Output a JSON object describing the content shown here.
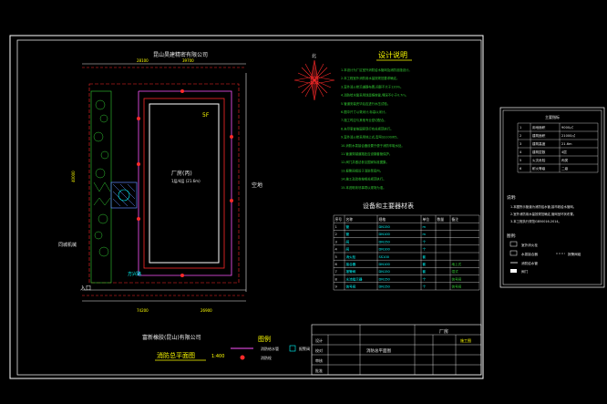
{
  "sheet": {
    "top_company": "昆山昊建精密有限公司",
    "bottom_company": "富新橡胶(昆山)有限公司",
    "plan_title": "消防总平面图",
    "plan_scale": "1:400",
    "factory_label": "厂房(丙)",
    "factory_sub": "1层/4层 (21.6m)",
    "road_east": "空地",
    "entrance": "入口",
    "road_west": "同城机械",
    "road_south": "方兴路",
    "north_label": "北",
    "legend_heading": "图例",
    "legend_items": [
      "消防给水管",
      "消防栓",
      "报警阀"
    ]
  },
  "notes": {
    "heading": "设计说明",
    "lines": [
      "1.本设计为厂区室外消防给水管网及消防设施设计。",
      "2.本工程室外消防用水量按规范要求确定。",
      "3.室外消火栓沿道路布置,间距不大于120m。",
      "4.消防给水管采用球墨铸铁管,埋深不小于0.7m。",
      "5.管道安装完毕后应进行水压试验。",
      "6.图中尺寸以毫米计,标高以米计。",
      "7.施工时应与其他专业密切配合。",
      "8.未尽事宜按国家现行有关规范执行。",
      "9.室外消火栓采用地上式,型号SS100/65。",
      "10.消防水泵接合器设置于便于消防车取水处。",
      "11.管道穿越道路处应设钢套管保护。",
      "12.阀门井做法参见国家标准图集。",
      "13.报警阀组设于消防泵房内。",
      "14.施工及验收按相关规范执行。",
      "15.本说明未尽事项以现场为准。"
    ]
  },
  "equipment": {
    "heading": "设备和主要器材表",
    "headers": [
      "序号",
      "名称",
      "规格",
      "单位",
      "数量",
      "备注"
    ],
    "rows": [
      [
        "1",
        "管",
        "DN150",
        "m",
        "",
        ""
      ],
      [
        "2",
        "管",
        "DN100",
        "m",
        "",
        ""
      ],
      [
        "3",
        "阀",
        "DN150",
        "个",
        "",
        ""
      ],
      [
        "4",
        "阀",
        "DN100",
        "个",
        "",
        ""
      ],
      [
        "5",
        "消火栓",
        "SS100",
        "套",
        "",
        ""
      ],
      [
        "6",
        "接合器",
        "DN100",
        "套",
        "",
        "地上式"
      ],
      [
        "7",
        "报警阀",
        "DN150",
        "套",
        "",
        "湿式"
      ],
      [
        "8",
        "水流指示器",
        "DN150",
        "个",
        "",
        "信号阀"
      ],
      [
        "9",
        "信号阀",
        "DN150",
        "个",
        "",
        "信号阀"
      ]
    ]
  },
  "title_block": {
    "project": "厂房",
    "drawing": "消防总平面图",
    "left_rows": [
      "设计",
      "校对",
      "审核",
      "批准"
    ],
    "stage": "施工图"
  },
  "side_table": {
    "heading": "主要指标",
    "rows": [
      [
        "1",
        "用地面积",
        "9000㎡"
      ],
      [
        "2",
        "建筑面积",
        "21000㎡"
      ],
      [
        "3",
        "建筑高度",
        "21.6m"
      ],
      [
        "4",
        "建筑层数",
        "4层"
      ],
      [
        "5",
        "火灾危险",
        "丙类"
      ],
      [
        "6",
        "耐火等级",
        "二级"
      ]
    ],
    "notes_label": "说明:",
    "notes": [
      "1.本图所示管道为消防给水管,接市政给水管网。",
      "2.室外消防用水量按规范确定,管网呈环状布置。",
      "3.本工程执行规范GB50016-2014。"
    ],
    "legend_label": "图例:",
    "legend": [
      "室外消火栓",
      "水泵接合器",
      "消防给水管",
      "阀门",
      "报警阀组"
    ]
  },
  "colors": {
    "bg": "#000000",
    "frame": "#ffffff",
    "white_text": "#e8e8e8",
    "cyan": "#00ffff",
    "yellow": "#ffff00",
    "red": "#ff2a2a",
    "magenta": "#ff55ff",
    "green": "#33cc33",
    "blue": "#5f8bff"
  }
}
